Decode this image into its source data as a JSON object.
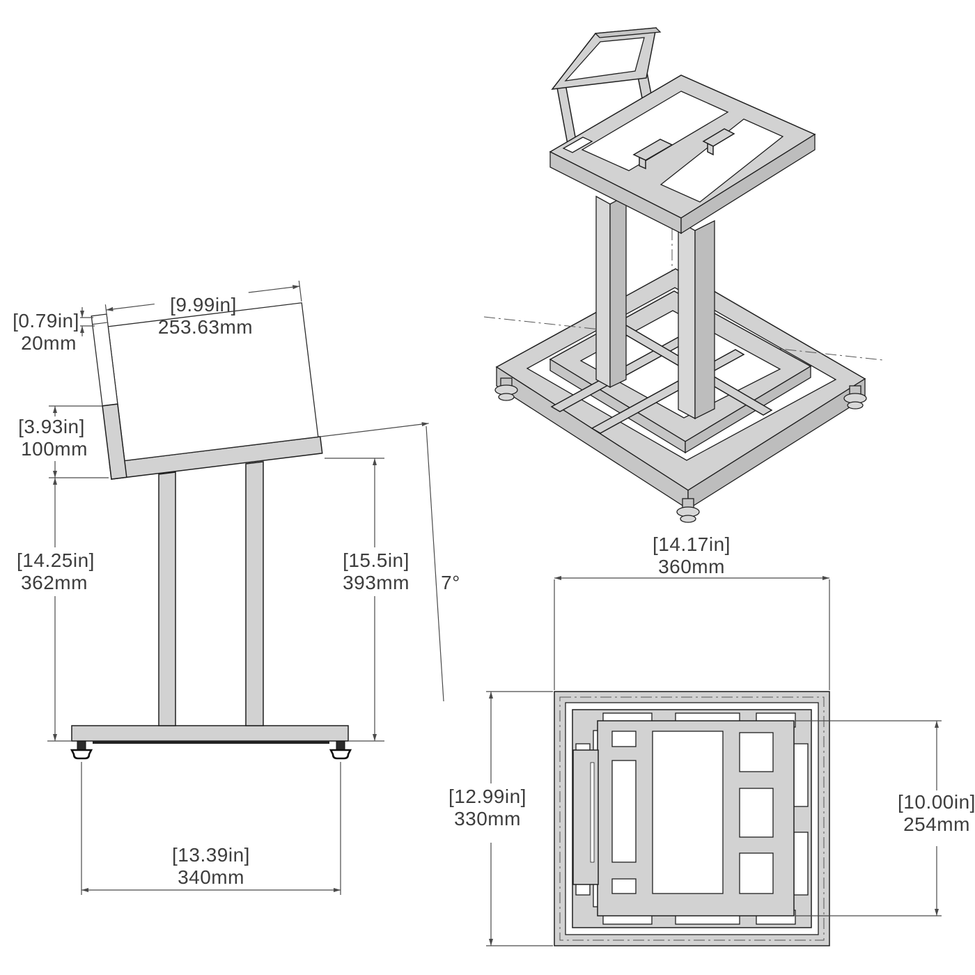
{
  "drawing": {
    "type": "speaker stand technical dimension drawing",
    "views": [
      "side view",
      "isometric view",
      "top view"
    ]
  },
  "side": {
    "speaker_depth_in": "[9.99in]",
    "speaker_depth_mm": "253.63mm",
    "lip_cap_in": "[0.79in]",
    "lip_cap_mm": "20mm",
    "lip_height_in": "[3.93in]",
    "lip_height_mm": "100mm",
    "pillar_height_in": "[14.25in]",
    "pillar_height_mm": "362mm",
    "top_height_in": "[15.5in]",
    "top_height_mm": "393mm",
    "tilt_angle": "7°",
    "base_depth_in": "[13.39in]",
    "base_depth_mm": "340mm"
  },
  "top": {
    "base_width_in": "[14.17in]",
    "base_width_mm": "360mm",
    "base_depth_in": "[12.99in]",
    "base_depth_mm": "330mm",
    "plate_depth_in": "[10.00in]",
    "plate_depth_mm": "254mm"
  },
  "colors": {
    "metal": "#d2d2d2",
    "metal_shaded": "#bdbdbd",
    "outline": "#1f1f1f",
    "dimension_line": "#4a4a4a",
    "dimension_text": "#3d3d3d",
    "foot": "#2b2b2b",
    "background": "#ffffff"
  }
}
